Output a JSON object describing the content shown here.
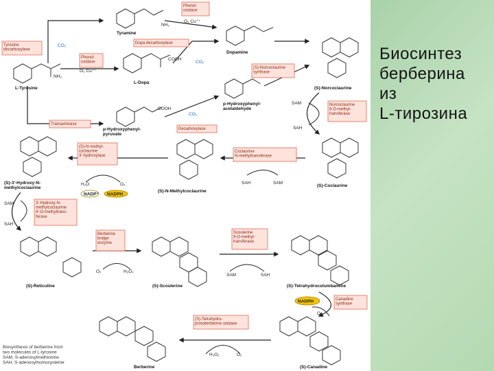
{
  "slide": {
    "title": "Биосинтез\nберберина\nиз\nL-тирозина",
    "panel_color": "#b8dbb6"
  },
  "diagram": {
    "enzyme_box_fill": "#fde3dc",
    "enzyme_box_border": "#e06a50",
    "cofactor_fill": "#f5c400",
    "accent_blue": "#1d62c5",
    "enzymes": {
      "phenol_oxidase_top": "Phenol\noxidase",
      "tyrosine_decarboxylase": "Tyrosine\ndecarboxylase",
      "dopa_decarboxylase": "Dopa decarboxylase",
      "phenol_oxidase_mid": "Phenol\noxidase",
      "ns_norcoclaurine_synthase": "(S)-Norcoclaurine\nsynthase",
      "transaminase": "Transaminase",
      "decarboxylase": "Decarboxylase",
      "norcoclaurine_omt": "Norcoclaurine\n6-O-methyl-\ntransferase",
      "n_methylcoclaurine_hydroxylase": "(S)-N-methyl-\ncoclaurine\n3'-hydroxylase",
      "coclaurine_nmt": "Coclaurine\nN-methyltransferase",
      "hydroxy_omt": "3'-Hydroxy-N-\nmethylcoclaurine\n4'-O-methyltrans-\nferase",
      "berberine_bridge": "Berberine\nbridge\nenzyme",
      "scoulerine_omt": "Scoulerine\n9-O-methyl-\ntransferase",
      "canadine_synthase": "Canadine\nsynthase",
      "tetrahydroprotoberberine_oxidase": "(S)-Tetrahydro-\nprotoberberine oxidase"
    },
    "compounds": {
      "tyramine": "Tyramine",
      "l_tyrosine": "L-Tyrosine",
      "l_dopa": "L-Dopa",
      "dopamine": "Dopamine",
      "hpaa": "p-Hydroxyphenyl-\nacetaldehyde",
      "hppa": "p-Hydroxyphenyl-\npyruvate",
      "norcoclaurine": "(S)-Norcoclaurine",
      "coclaurine": "(S)-Coclaurine",
      "n_methylcoclaurine": "(S)-N-Methylcoclaurine",
      "hydroxy_n_methylcoclaurine": "(S)-3'-Hydroxy-N-\nmethylcoclaurine",
      "reticuline": "(S)-Reticuline",
      "scoulerine": "(S)-Scoulerine",
      "tetrahydrocolumbamine": "(S)-Tetrahydrocolumbamine",
      "canadine": "(S)-Canadine",
      "berberine": "Berberine"
    },
    "cofactors": {
      "co2_a": "CO₂",
      "co2_b": "CO₂",
      "co2_c": "CO₂",
      "o2_cu_top": "O₂ Cu⁺⁺",
      "o2_cu_mid": "O₂ Cu⁺⁺",
      "sam_1": "SAM",
      "sah_1": "SAH",
      "sam_2": "SAM",
      "sah_2": "SAH",
      "sam_3": "SAM",
      "sah_3": "SAH",
      "sam_4": "SAM",
      "sah_4": "SAH",
      "h2o": "H₂O",
      "o2_hyd": "O₂",
      "nadp_plus": "NADP⁺",
      "nadph_1": "NADPH",
      "nadph_2": "NADPH",
      "o2_canadine": "O₂",
      "o2_bridge": "O₂",
      "h2o2_bridge": "H₂O₂",
      "h2o2_oxidase": "H₂O₂",
      "o2_oxidase": "O₂",
      "cooh_1": "COOH",
      "cooh_2": "COOH",
      "nh2_1": "NH₂",
      "nh2_2": "NH₂"
    },
    "caption": "Biosynthesis of berberine from\ntwo molecules of L-tyrosine\nSAM, S-adenosylmethionine\nSAH, S-adenosylhomocysteine"
  }
}
